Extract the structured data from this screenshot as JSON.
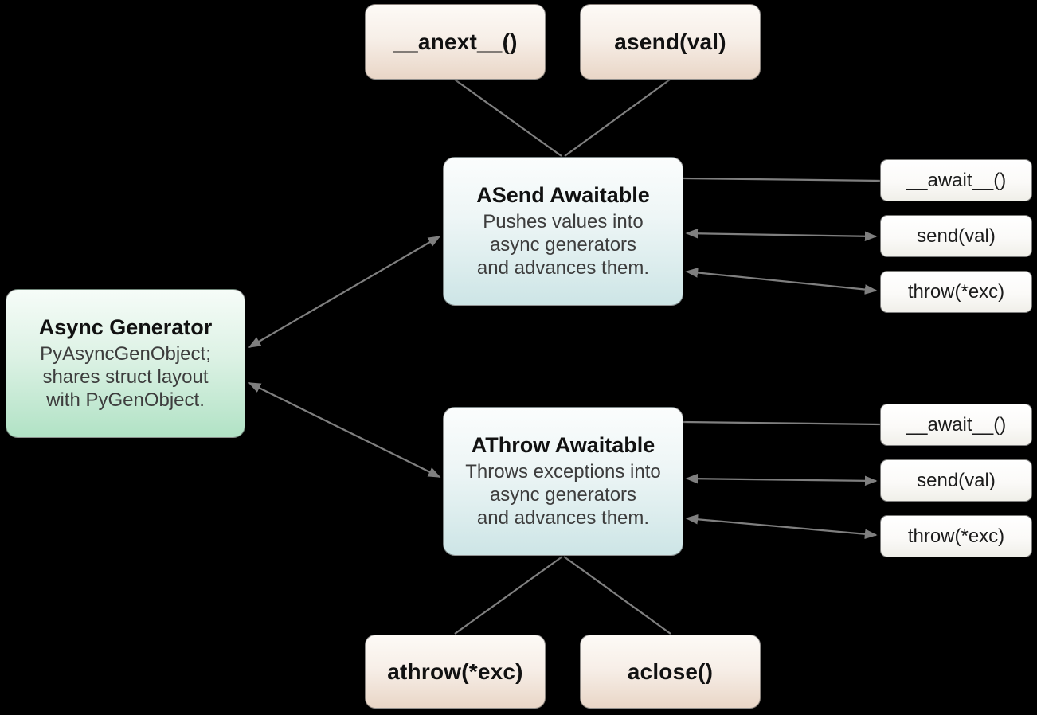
{
  "diagram": {
    "title_hint": "Python async generator awaitables diagram",
    "async_generator": {
      "title": "Async Generator",
      "body": [
        "PyAsyncGenObject;",
        "shares struct layout",
        "with PyGenObject."
      ]
    },
    "asend_awaitable": {
      "title": "ASend Awaitable",
      "body": [
        "Pushes values into",
        "async generators",
        "and advances them."
      ]
    },
    "athrow_awaitable": {
      "title": "AThrow Awaitable",
      "body": [
        "Throws exceptions into",
        "async generators",
        "and advances them."
      ]
    },
    "top_methods": [
      {
        "label": "__anext__()"
      },
      {
        "label": "asend(val)"
      }
    ],
    "bottom_methods": [
      {
        "label": "athrow(*exc)"
      },
      {
        "label": "aclose()"
      }
    ],
    "asend_protocol": [
      {
        "label": "__await__()"
      },
      {
        "label": "send(val)"
      },
      {
        "label": "throw(*exc)"
      }
    ],
    "athrow_protocol": [
      {
        "label": "__await__()"
      },
      {
        "label": "send(val)"
      },
      {
        "label": "throw(*exc)"
      }
    ],
    "colors": {
      "background": "#000000",
      "connector": "#7f7f7f",
      "tan_gradient_top": "#fdfaf6",
      "tan_gradient_bottom": "#e9d6c7",
      "teal_gradient_top": "#fbfdfd",
      "teal_gradient_bottom": "#cde5e6",
      "green_gradient_top": "#f6fcf8",
      "green_gradient_bottom": "#b1e2c5",
      "small_box_top": "#ffffff",
      "small_box_bottom": "#f0efe9",
      "title_text": "#111111",
      "body_text": "#3d3d3d"
    }
  }
}
